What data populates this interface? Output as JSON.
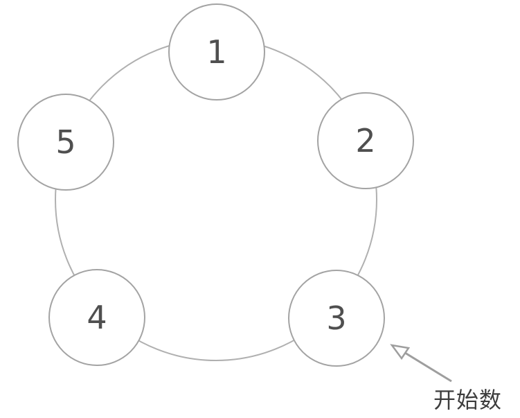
{
  "diagram": {
    "title": "circle-counting-diagram",
    "nodes": [
      {
        "id": 1,
        "label": "1",
        "position": "top"
      },
      {
        "id": 2,
        "label": "2",
        "position": "upper-right"
      },
      {
        "id": 3,
        "label": "3",
        "position": "lower-right"
      },
      {
        "id": 4,
        "label": "4",
        "position": "lower-left"
      },
      {
        "id": 5,
        "label": "5",
        "position": "upper-left"
      }
    ],
    "annotation": {
      "label": "开始数",
      "points_to_node": "3"
    },
    "colors": {
      "circle_stroke": "#a3a3a3",
      "ring_stroke": "#b0b0b0",
      "number_text": "#4f4f4f",
      "annotation_text": "#3d3d3d",
      "background": "#ffffff"
    }
  }
}
